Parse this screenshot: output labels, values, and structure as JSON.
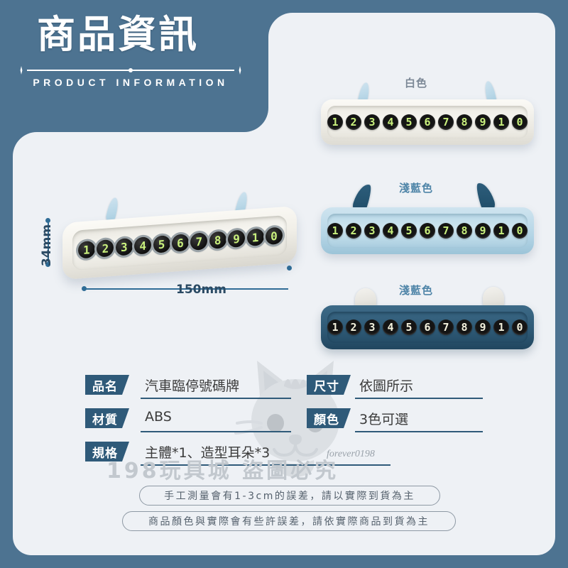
{
  "header": {
    "title_cn": "商品資訊",
    "title_en": "PRODUCT INFORMATION"
  },
  "colors": {
    "banner_blue": "#4d7391",
    "panel_bg": "#eef1f5",
    "tag_blue": "#2f5a79",
    "dimension_blue": "#2f6c96",
    "digit_green": "#c9f07d"
  },
  "products": [
    {
      "id": "white",
      "color_label": "白色",
      "label_color": "#7c8896",
      "digits": [
        "1",
        "2",
        "3",
        "4",
        "5",
        "6",
        "7",
        "8",
        "9",
        "1",
        "0"
      ]
    },
    {
      "id": "light-blue",
      "color_label": "淺藍色",
      "label_color": "#4f85a8",
      "digits": [
        "1",
        "2",
        "3",
        "4",
        "5",
        "6",
        "7",
        "8",
        "9",
        "1",
        "0"
      ]
    },
    {
      "id": "dark-blue",
      "color_label": "淺藍色",
      "label_color": "#4f85a8",
      "digits": [
        "1",
        "2",
        "3",
        "4",
        "5",
        "6",
        "7",
        "8",
        "9",
        "1",
        "0"
      ]
    }
  ],
  "hero": {
    "digits": [
      "1",
      "2",
      "3",
      "4",
      "5",
      "6",
      "7",
      "8",
      "9",
      "1",
      "0"
    ],
    "height_label": "34mm",
    "width_label": "150mm"
  },
  "specs": [
    {
      "tag": "品名",
      "value": "汽車臨停號碼牌"
    },
    {
      "tag": "尺寸",
      "value": "依圖所示"
    },
    {
      "tag": "材質",
      "value": "ABS"
    },
    {
      "tag": "顏色",
      "value": "3色可選"
    },
    {
      "tag": "規格",
      "value": "主體*1、造型耳朵*3"
    }
  ],
  "watermark": {
    "text": "198玩具城 盜圖必究",
    "id": "forever0198"
  },
  "disclaimers": [
    "手工測量會有1-3cm的誤差，請以實際到貨為主",
    "商品顏色與實際會有些許誤差，請依實際商品到貨為主"
  ]
}
